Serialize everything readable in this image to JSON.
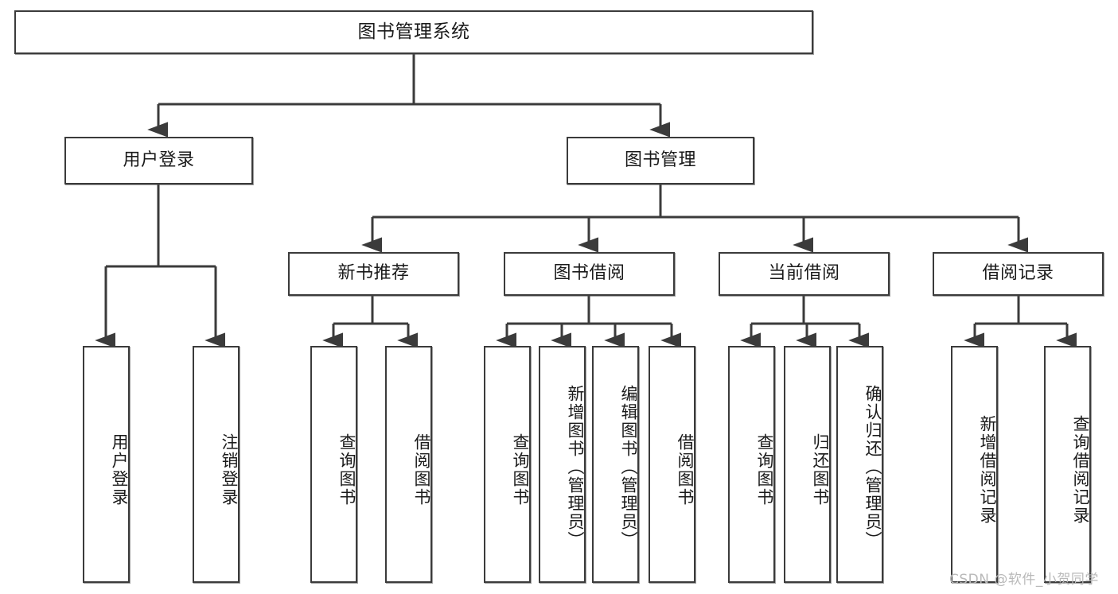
{
  "diagram": {
    "title": "图书管理系统",
    "watermark": "CSDN @软件_小贺同学",
    "line_color": "#3b3b3b",
    "box_fill": "#ffffff",
    "text_color": "#1a1a1a",
    "root": {
      "label": "图书管理系统"
    },
    "level2": [
      {
        "label": "用户登录"
      },
      {
        "label": "图书管理"
      }
    ],
    "level3": [
      {
        "label": "新书推荐"
      },
      {
        "label": "图书借阅"
      },
      {
        "label": "当前借阅"
      },
      {
        "label": "借阅记录"
      }
    ],
    "leaves": [
      {
        "label": "用户登录",
        "parent": "用户登录"
      },
      {
        "label": "注销登录",
        "parent": "用户登录"
      },
      {
        "label": "查询图书",
        "parent": "新书推荐"
      },
      {
        "label": "借阅图书",
        "parent": "新书推荐"
      },
      {
        "label": "查询图书",
        "parent": "图书借阅"
      },
      {
        "label": "新增图书（管理员）",
        "parent": "图书借阅"
      },
      {
        "label": "编辑图书（管理员）",
        "parent": "图书借阅"
      },
      {
        "label": "借阅图书",
        "parent": "图书借阅"
      },
      {
        "label": "查询图书",
        "parent": "当前借阅"
      },
      {
        "label": "归还图书",
        "parent": "当前借阅"
      },
      {
        "label": "确认归还（管理员）",
        "parent": "当前借阅"
      },
      {
        "label": "新增借阅记录",
        "parent": "借阅记录"
      },
      {
        "label": "查询借阅记录",
        "parent": "借阅记录"
      }
    ]
  }
}
